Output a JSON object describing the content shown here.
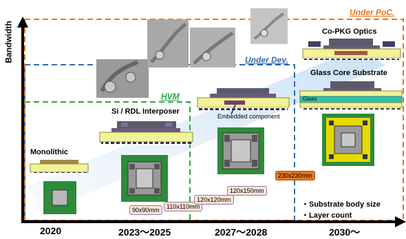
{
  "axes": {
    "y_label": "Bandwidth"
  },
  "phases": {
    "hvm": "HVM",
    "under_dev": "Under Dev.",
    "under_poc": "Under PoC."
  },
  "colors": {
    "hvm": "#22aa44",
    "under_dev": "#2f6db5",
    "under_poc": "#e8761c",
    "substrate": "#f2f296",
    "die": "#4a4a5a",
    "glass": "#33c0b0"
  },
  "technologies": {
    "monolithic": "Monolithic",
    "interposer": "Si / RDL Interposer",
    "embedded": "Embedded component",
    "glass_core": "Glass Core Substrate",
    "glass_label": "Glass",
    "cpo": "Co-PKG Optics"
  },
  "sizes": {
    "s90": "90x90mm",
    "s110": "110x110mm",
    "s120": "120x120mm",
    "s150": "120x150mm",
    "s230": "230x230mm"
  },
  "years": {
    "y2020": "2020",
    "y2023": "2023～2025",
    "y2027": "2027～2028",
    "y2030": "2030～"
  },
  "notes": {
    "body_size": "・Substrate body size",
    "layer_count": "・Layer count"
  }
}
